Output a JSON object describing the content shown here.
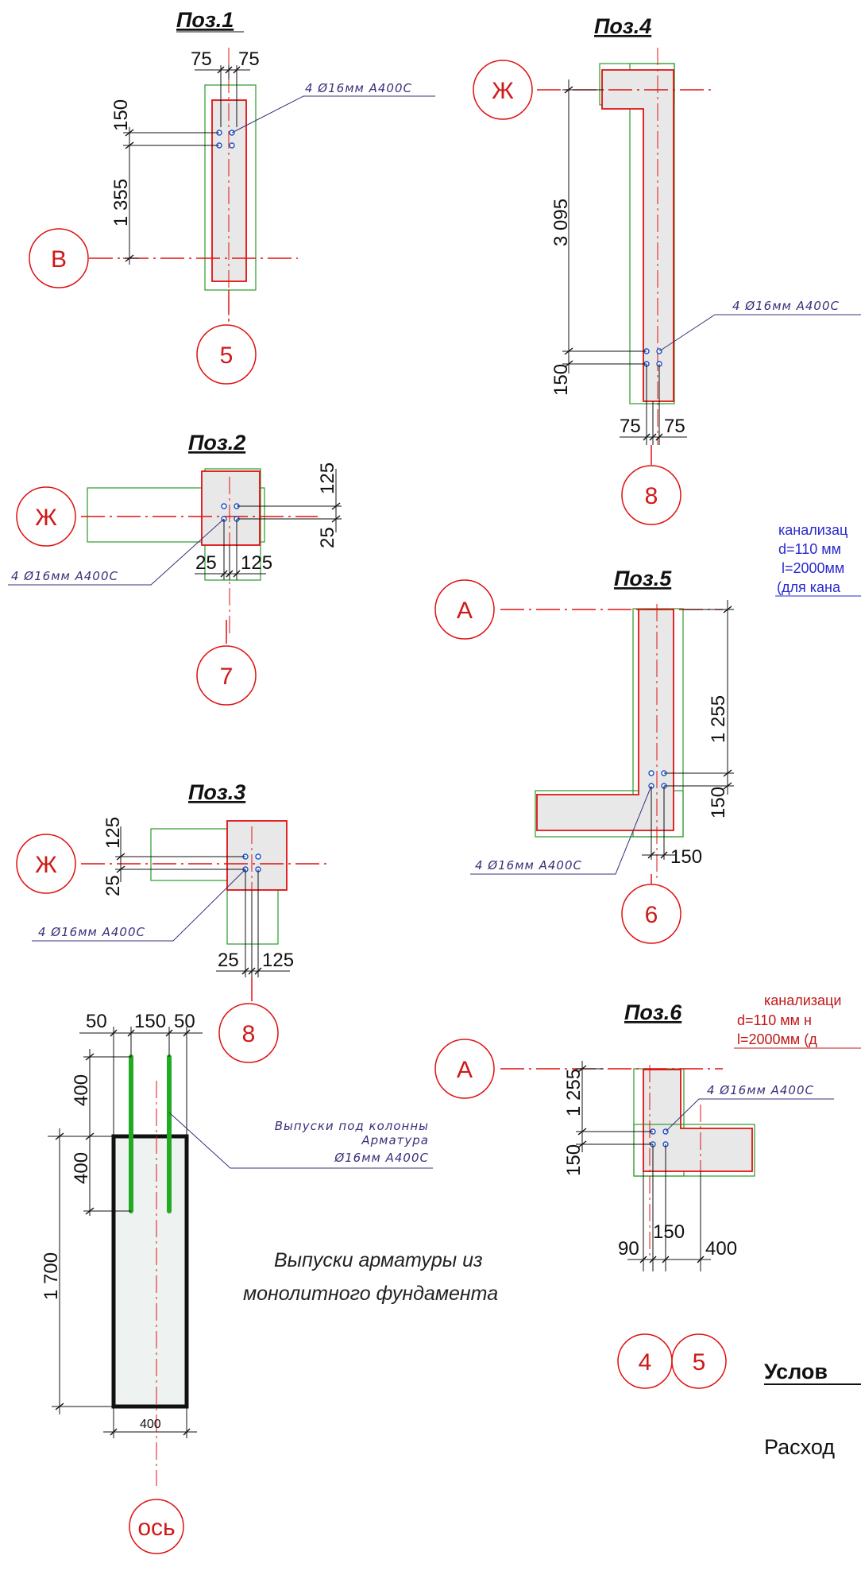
{
  "titles": {
    "poz1": "Поз.1",
    "poz2": "Поз.2",
    "poz3": "Поз.3",
    "poz4": "Поз.4",
    "poz5": "Поз.5",
    "poz6": "Поз.6"
  },
  "rebar_label": "4 Ø16мм А400С",
  "axes": {
    "V": "В",
    "Zh": "Ж",
    "A": "А",
    "n4": "4",
    "n5": "5",
    "n6": "6",
    "n7": "7",
    "n8": "8",
    "os": "ось"
  },
  "dims": {
    "d75": "75",
    "d150": "150",
    "d1355": "1 355",
    "d125": "125",
    "d25": "25",
    "d3095": "3 095",
    "d1255": "1 255",
    "d90": "90",
    "d400": "400",
    "d50": "50",
    "d1700": "1 700"
  },
  "notes": {
    "blue1": "канализац",
    "blue2": "d=110 мм",
    "blue3": "l=2000мм",
    "blue4": "(для кана",
    "red1": "канализаци",
    "red2": "d=110 мм н",
    "red3": "l=2000мм (д"
  },
  "outlets": {
    "line1": "Выпуски под колонны",
    "line2": "Арматура",
    "line3": "Ø16мм А400С"
  },
  "caption": {
    "line1": "Выпуски арматуры из",
    "line2": "монолитного фундамента"
  },
  "legend": {
    "title": "Услов",
    "row": "Расход"
  }
}
